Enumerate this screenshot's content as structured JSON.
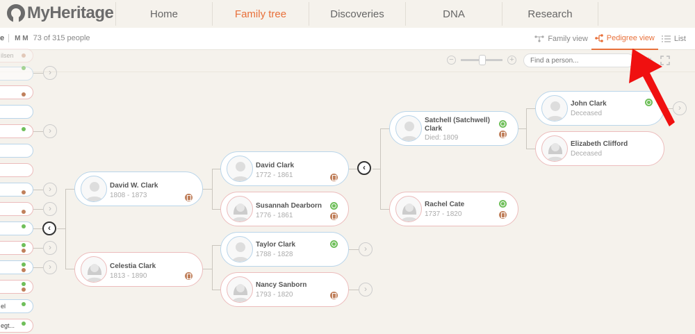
{
  "brand": {
    "name": "MyHeritage"
  },
  "nav": {
    "items": [
      {
        "label": "Home",
        "active": false
      },
      {
        "label": "Family tree",
        "active": true
      },
      {
        "label": "Discoveries",
        "active": false
      },
      {
        "label": "DNA",
        "active": false
      },
      {
        "label": "Research",
        "active": false
      }
    ]
  },
  "subbar": {
    "tree_name_fragment": "e",
    "initials": "M M",
    "people_count": "73 of 315 people",
    "views": [
      {
        "label": "Family view",
        "icon": "family-view-icon",
        "active": false
      },
      {
        "label": "Pedigree view",
        "icon": "pedigree-view-icon",
        "active": true
      },
      {
        "label": "List",
        "icon": "list-icon",
        "active": false
      }
    ]
  },
  "toolbar": {
    "zoom_out": "−",
    "zoom_in": "+",
    "search_placeholder": "Find a person...",
    "gear_icon": "⚙",
    "expand_icon": "⤢"
  },
  "colors": {
    "accent": "#e8703a",
    "male_border": "#b9d5ea",
    "female_border": "#ecbcbc",
    "match_green": "#6fbf5a",
    "record_brown": "#c0805c",
    "annotation_arrow": "#f01010"
  },
  "tree": {
    "gen1": [
      {
        "name": "David W. Clark",
        "dates": "1808 - 1873",
        "sex": "m",
        "badges": [
          "record"
        ]
      },
      {
        "name": "Celestia Clark",
        "dates": "1813 - 1890",
        "sex": "f",
        "badges": [
          "record"
        ]
      }
    ],
    "gen2": [
      {
        "name": "David Clark",
        "dates": "1772 - 1861",
        "sex": "m",
        "badges": [
          "record"
        ]
      },
      {
        "name": "Susannah Dearborn",
        "dates": "1776 - 1861",
        "sex": "f",
        "badges": [
          "match",
          "record"
        ]
      },
      {
        "name": "Taylor Clark",
        "dates": "1788 - 1828",
        "sex": "m",
        "badges": [
          "match"
        ]
      },
      {
        "name": "Nancy Sanborn",
        "dates": "1793 - 1820",
        "sex": "f",
        "badges": [
          "record"
        ]
      }
    ],
    "gen3": [
      {
        "name": "Satchell (Satchwell) Clark",
        "dates": "Died: 1809",
        "sex": "m",
        "badges": [
          "match",
          "record"
        ]
      },
      {
        "name": "Rachel Cate",
        "dates": "1737 - 1820",
        "sex": "f",
        "badges": [
          "match",
          "record"
        ]
      }
    ],
    "gen4": [
      {
        "name": "John Clark",
        "dates": "Deceased",
        "sex": "m",
        "badges": [
          "match"
        ]
      },
      {
        "name": "Elizabeth Clifford",
        "dates": "Deceased",
        "sex": "f",
        "badges": []
      }
    ],
    "left_column": [
      {
        "label": "ilsen",
        "sex": "f"
      },
      {
        "label": "",
        "sex": "m"
      },
      {
        "label": "",
        "sex": "f"
      },
      {
        "label": "",
        "sex": "m"
      },
      {
        "label": "",
        "sex": "f"
      },
      {
        "label": "",
        "sex": "m"
      },
      {
        "label": "",
        "sex": "f"
      },
      {
        "label": "",
        "sex": "m"
      },
      {
        "label": "",
        "sex": "f"
      },
      {
        "label": "",
        "sex": "m"
      },
      {
        "label": "",
        "sex": "f"
      },
      {
        "label": "",
        "sex": "m"
      },
      {
        "label": "",
        "sex": "f"
      },
      {
        "label": "el",
        "sex": "m"
      },
      {
        "label": "egt...",
        "sex": "f"
      }
    ]
  },
  "nav_arrows": {
    "expand": "›",
    "collapse": "‹"
  }
}
